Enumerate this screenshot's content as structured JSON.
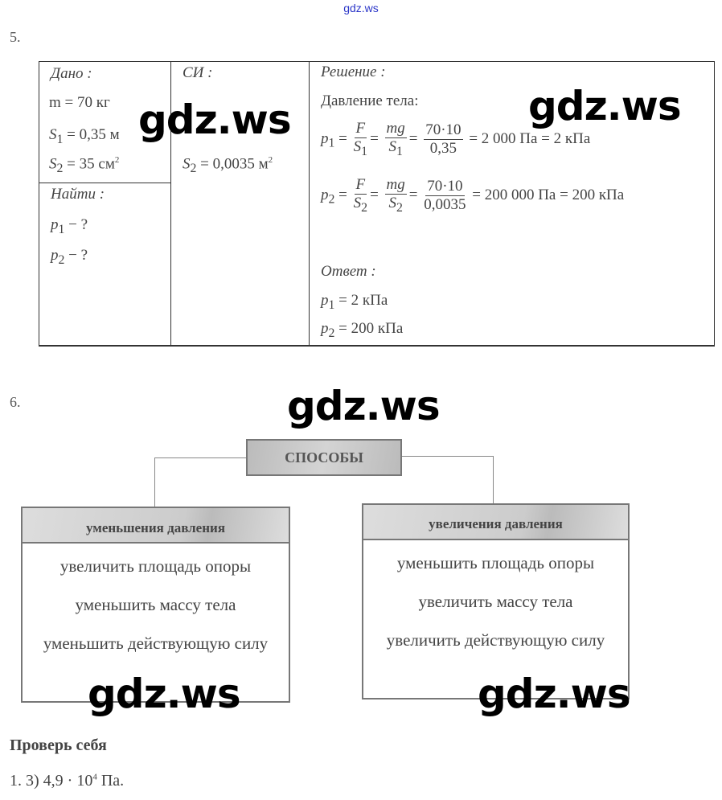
{
  "header": {
    "site_link": "gdz.ws"
  },
  "watermark": "gdz.ws",
  "task5": {
    "number": "5.",
    "given": {
      "title": "Дано :",
      "m": "m = 70 кг",
      "s1": "S",
      "s1_sub": "1",
      "s1_val": " = 0,35 м",
      "s2": "S",
      "s2_sub": "2",
      "s2_val": " = 35 см",
      "s2_sup": "2"
    },
    "find": {
      "title": "Найти :",
      "p1": "p",
      "p1_sub": "1",
      "p1_val": " − ?",
      "p2": "p",
      "p2_sub": "2",
      "p2_val": " − ?"
    },
    "si": {
      "title": "СИ :",
      "s2": "S",
      "s2_sub": "2",
      "s2_val": " = 0,0035 м",
      "s2_sup": "2"
    },
    "solution": {
      "title": "Решение :",
      "intro": "Давление тела:",
      "eq1": {
        "lhs": "p",
        "sub": "1",
        "f1n": "F",
        "f1d": "S",
        "f1d_sub": "1",
        "f2n": "mg",
        "f2d": "S",
        "f2d_sub": "1",
        "f3n": "70·10",
        "f3d": "0,35",
        "result": "= 2 000 Па = 2 кПа"
      },
      "eq2": {
        "lhs": "p",
        "sub": "2",
        "f1n": "F",
        "f1d": "S",
        "f1d_sub": "2",
        "f2n": "mg",
        "f2d": "S",
        "f2d_sub": "2",
        "f3n": "70·10",
        "f3d": "0,0035",
        "result": "= 200 000 Па = 200 кПа"
      }
    },
    "answer": {
      "title": "Ответ :",
      "p1": "p",
      "p1_sub": "1",
      "p1_val": " = 2 кПа",
      "p2": "p",
      "p2_sub": "2",
      "p2_val": " = 200 кПа"
    }
  },
  "task6": {
    "number": "6.",
    "root": "СПОСОБЫ",
    "left": {
      "title": "уменьшения давления",
      "items": [
        "увеличить площадь опоры",
        "уменьшить массу тела",
        "уменьшить действующую силу"
      ]
    },
    "right": {
      "title": "увеличения давления",
      "items": [
        "уменьшить площадь опоры",
        "увеличить массу тела",
        "увеличить действующую силу"
      ]
    }
  },
  "check": {
    "title": "Проверь себя",
    "line_prefix": "1. 3) 4,9 · 10",
    "line_sup": "4",
    "line_suffix": " Па."
  }
}
